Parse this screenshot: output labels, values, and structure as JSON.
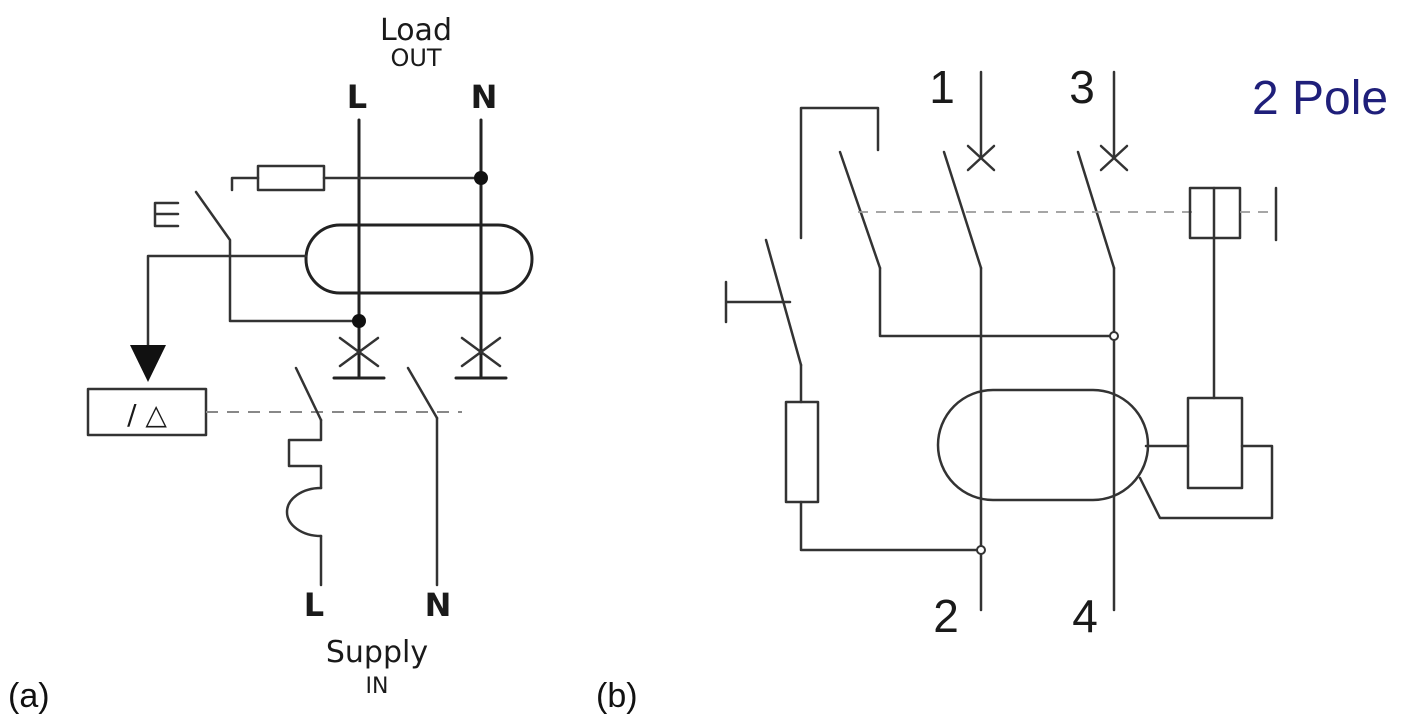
{
  "diagram_a": {
    "caption": "(a)",
    "load_label_line1": "Load",
    "load_label_line2": "OUT",
    "top_L": "L",
    "top_N": "N",
    "bottom_L": "L",
    "bottom_N": "N",
    "supply_label_line1": "Supply",
    "supply_label_line2": "IN",
    "relay_box_text": "/ △"
  },
  "diagram_b": {
    "caption": "(b)",
    "title": "2 Pole",
    "title_color": "#1f1f7a",
    "terminal_1": "1",
    "terminal_2": "2",
    "terminal_3": "3",
    "terminal_4": "4"
  }
}
